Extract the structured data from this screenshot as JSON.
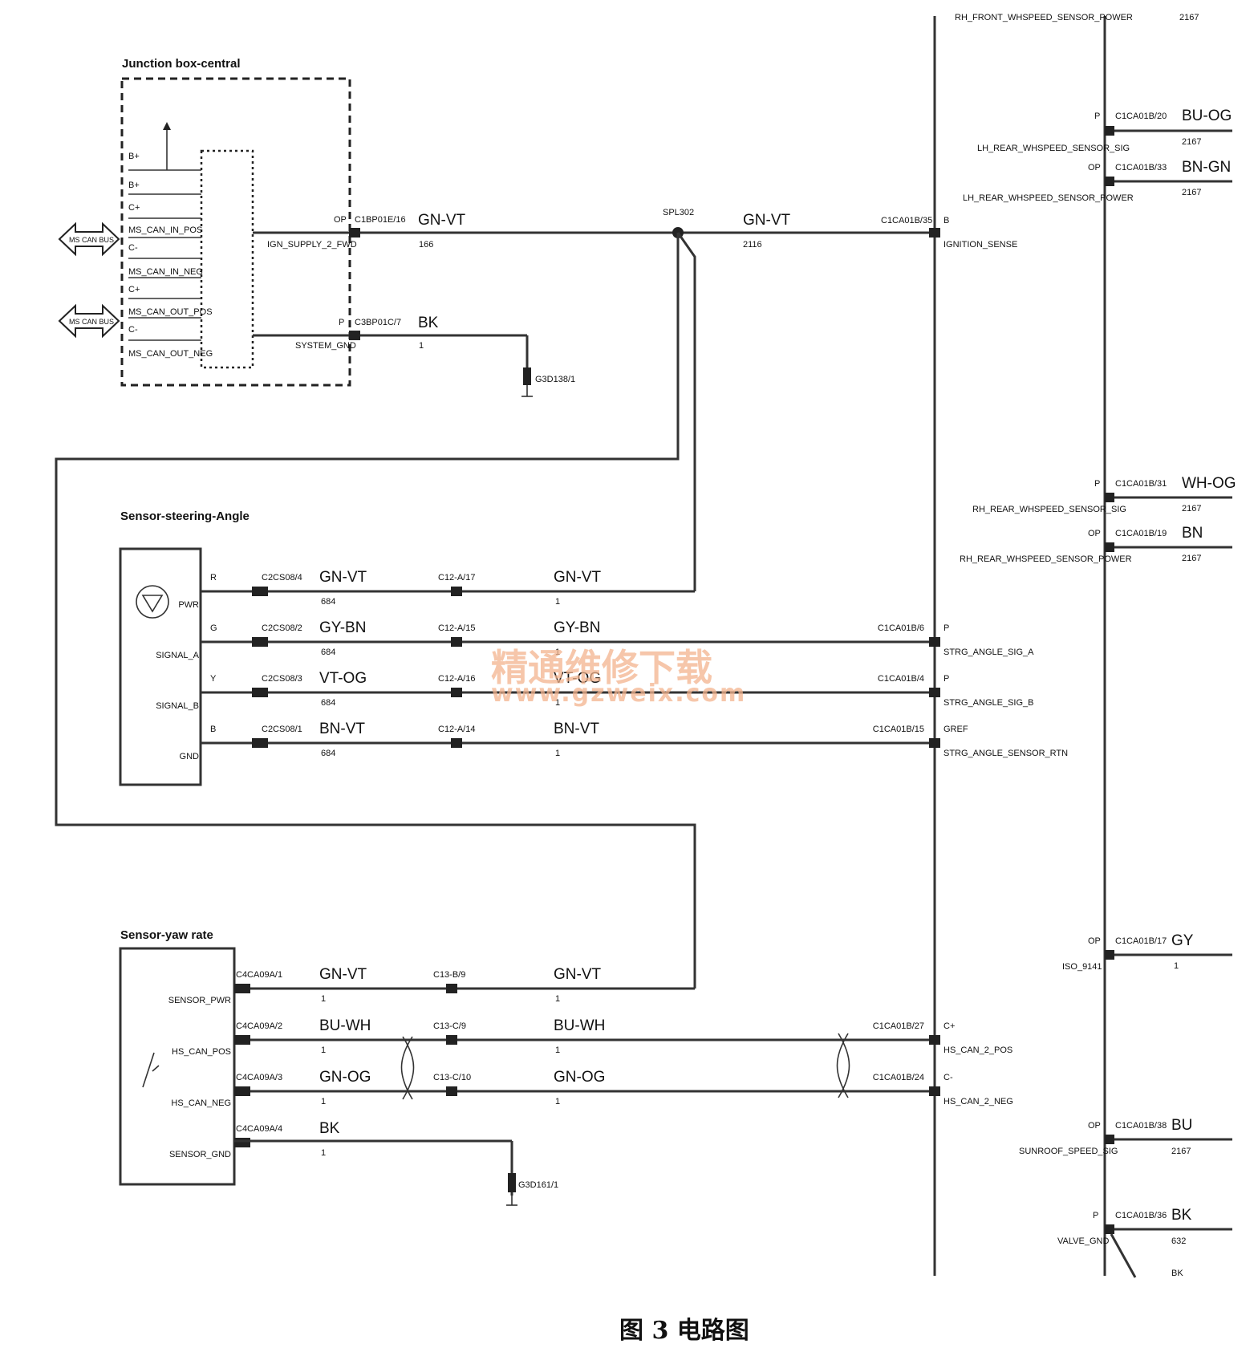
{
  "header_cut": {
    "top_right_label": "RH_FRONT_WHSPEED_SENSOR_POWER",
    "top_right_num": "2167"
  },
  "junction_box": {
    "title": "Junction box-central",
    "pins": [
      "B+",
      "B+",
      "C+",
      "MS_CAN_IN_POS",
      "C-",
      "MS_CAN_IN_NEG",
      "C+",
      "MS_CAN_OUT_POS",
      "C-",
      "MS_CAN_OUT_NEG"
    ],
    "bus_labels": [
      "MS CAN BUS",
      "MS CAN BUS"
    ],
    "out1": {
      "type": "OP",
      "connector": "C1BP01E/16",
      "signal": "IGN_SUPPLY_2_FWD",
      "color": "GN-VT",
      "num": "166"
    },
    "out2": {
      "type": "P",
      "connector": "C3BP01C/7",
      "signal": "SYSTEM_GND",
      "color": "BK",
      "num": "1"
    },
    "ground": "G3D138/1"
  },
  "splice": {
    "name": "SPL302",
    "color": "GN-VT",
    "num": "2116"
  },
  "module_pins": {
    "ignition": {
      "connector": "C1CA01B/35",
      "type": "B",
      "signal": "IGNITION_SENSE"
    },
    "lh_sig": {
      "type": "P",
      "connector": "C1CA01B/20",
      "color": "BU-OG",
      "num": "2167",
      "signal": "LH_REAR_WHSPEED_SENSOR_SIG"
    },
    "lh_pwr": {
      "type": "OP",
      "connector": "C1CA01B/33",
      "color": "BN-GN",
      "num": "2167",
      "signal": "LH_REAR_WHSPEED_SENSOR_POWER"
    },
    "rh_sig": {
      "type": "P",
      "connector": "C1CA01B/31",
      "color": "WH-OG",
      "num": "2167",
      "signal": "RH_REAR_WHSPEED_SENSOR_SIG"
    },
    "rh_pwr": {
      "type": "OP",
      "connector": "C1CA01B/19",
      "color": "BN",
      "num": "2167",
      "signal": "RH_REAR_WHSPEED_SENSOR_POWER"
    },
    "iso": {
      "type": "OP",
      "connector": "C1CA01B/17",
      "color": "GY",
      "num": "1",
      "signal": "ISO_9141"
    },
    "sunroof": {
      "type": "OP",
      "connector": "C1CA01B/38",
      "color": "BU",
      "num": "2167",
      "signal": "SUNROOF_SPEED_SIG"
    },
    "valve": {
      "type": "P",
      "connector": "C1CA01B/36",
      "color": "BK",
      "num": "632",
      "signal": "VALVE_GND"
    },
    "bottom_cut": "BK"
  },
  "steering": {
    "title": "Sensor-steering-Angle",
    "rows": [
      {
        "pin": "R",
        "pname": "PWR",
        "c1": "C2CS08/4",
        "col1": "GN-VT",
        "n1": "684",
        "c2": "C12-A/17",
        "col2": "GN-VT",
        "n2": "1",
        "mc": "",
        "mt": "",
        "ms": ""
      },
      {
        "pin": "G",
        "pname": "SIGNAL_A",
        "c1": "C2CS08/2",
        "col1": "GY-BN",
        "n1": "684",
        "c2": "C12-A/15",
        "col2": "GY-BN",
        "n2": "1",
        "mc": "C1CA01B/6",
        "mt": "P",
        "ms": "STRG_ANGLE_SIG_A"
      },
      {
        "pin": "Y",
        "pname": "SIGNAL_B",
        "c1": "C2CS08/3",
        "col1": "VT-OG",
        "n1": "684",
        "c2": "C12-A/16",
        "col2": "VT-OG",
        "n2": "1",
        "mc": "C1CA01B/4",
        "mt": "P",
        "ms": "STRG_ANGLE_SIG_B"
      },
      {
        "pin": "B",
        "pname": "GND",
        "c1": "C2CS08/1",
        "col1": "BN-VT",
        "n1": "684",
        "c2": "C12-A/14",
        "col2": "BN-VT",
        "n2": "1",
        "mc": "C1CA01B/15",
        "mt": "GREF",
        "ms": "STRG_ANGLE_SENSOR_RTN"
      }
    ]
  },
  "yaw": {
    "title": "Sensor-yaw rate",
    "rows": [
      {
        "pname": "SENSOR_PWR",
        "c1": "C4CA09A/1",
        "col1": "GN-VT",
        "n1": "1",
        "c2": "C13-B/9",
        "col2": "GN-VT",
        "n2": "1",
        "mc": "",
        "mt": "",
        "ms": ""
      },
      {
        "pname": "HS_CAN_POS",
        "c1": "C4CA09A/2",
        "col1": "BU-WH",
        "n1": "1",
        "c2": "C13-C/9",
        "col2": "BU-WH",
        "n2": "1",
        "mc": "C1CA01B/27",
        "mt": "C+",
        "ms": "HS_CAN_2_POS"
      },
      {
        "pname": "HS_CAN_NEG",
        "c1": "C4CA09A/3",
        "col1": "GN-OG",
        "n1": "1",
        "c2": "C13-C/10",
        "col2": "GN-OG",
        "n2": "1",
        "mc": "C1CA01B/24",
        "mt": "C-",
        "ms": "HS_CAN_2_NEG"
      },
      {
        "pname": "SENSOR_GND",
        "c1": "C4CA09A/4",
        "col1": "BK",
        "n1": "1",
        "c2": "",
        "col2": "",
        "n2": "",
        "mc": "",
        "mt": "",
        "ms": ""
      }
    ],
    "ground": "G3D161/1"
  },
  "watermark": {
    "cn": "精通维修下载",
    "url": "www.gzweix.com"
  },
  "caption": "图 3   电路图"
}
